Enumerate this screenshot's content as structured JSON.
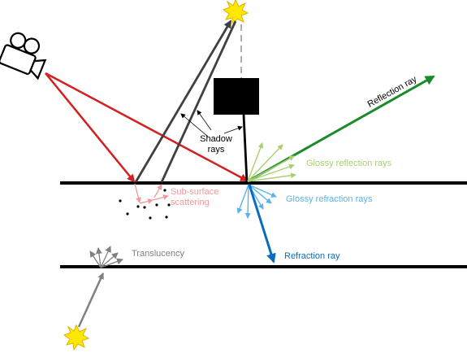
{
  "labels": {
    "shadow": [
      "Shadow",
      "rays"
    ],
    "reflection": "Reflection ray",
    "glossy_reflection": "Glossy reflection rays",
    "glossy_refraction": "Glossy refraction rays",
    "subsurface": [
      "Sub-surface",
      "scattering"
    ],
    "refraction": "Refraction ray",
    "translucency": "Translucency"
  },
  "colors": {
    "camera_ray": "#d42020",
    "reflection": "#1a8a2a",
    "glossy_reflection": "#a8d070",
    "glossy_refraction": "#5ab4e6",
    "refraction": "#0a6cc0",
    "subsurface": "#f09aa0",
    "translucency": "#808080",
    "shadow": "#404040",
    "light": "#ffe800"
  },
  "icons": [
    "camera-icon",
    "light-source-icon",
    "occluder-box"
  ]
}
